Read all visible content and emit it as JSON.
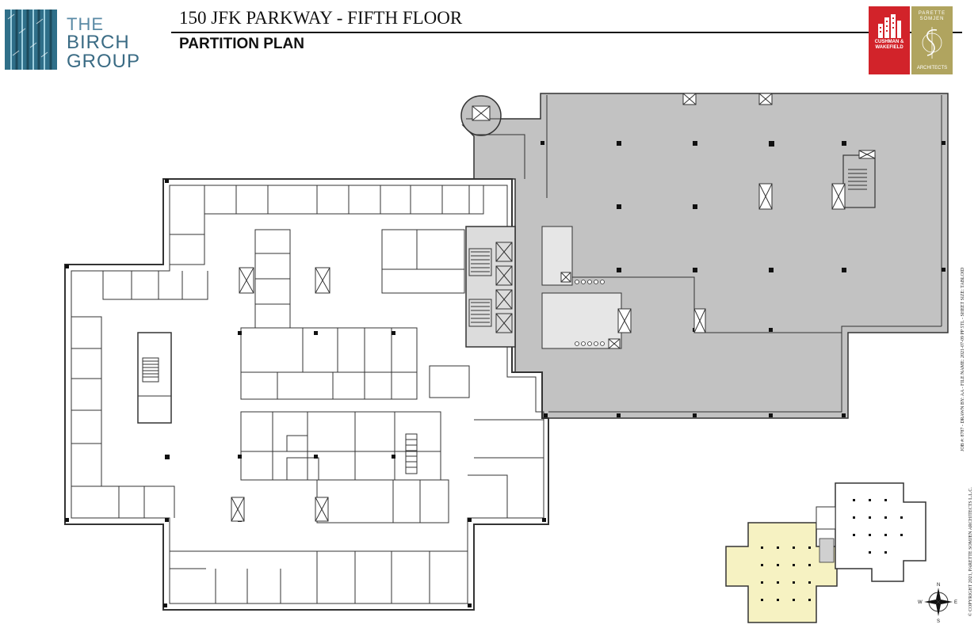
{
  "header": {
    "company_word1": "THE",
    "company_word2": "BIRCH",
    "company_word3": "GROUP",
    "title": "150 JFK PARKWAY - FIFTH FLOOR",
    "subtitle": "PARTITION PLAN"
  },
  "badges": {
    "cushman_line1": "CUSHMAN &",
    "cushman_line2": "WAKEFIELD",
    "parette_line1": "PARETTE",
    "parette_line2": "SOMJEN",
    "parette_line3": "ARCHITECTS"
  },
  "side_text": {
    "copyright": "© COPYRIGHT 2021, PARETTE SOMJEN ARCHITECTS L.L.C.",
    "job_info": "JOB #: 8787 - DRAWN BY: AA - FILE NAME: 2021-07-09 PP 5TL - SHEET SIZE: TABLOID"
  },
  "compass": {
    "north": "N",
    "east": "E",
    "west": "W",
    "south": "S"
  },
  "colors": {
    "wall": "#333333",
    "shaded_area": "#c2c2c2",
    "keyplan_highlight": "#f6f2c2",
    "brand_teal": "#3a6b84",
    "cushman_red": "#d2232a",
    "parette_gold": "#b0a45f"
  }
}
